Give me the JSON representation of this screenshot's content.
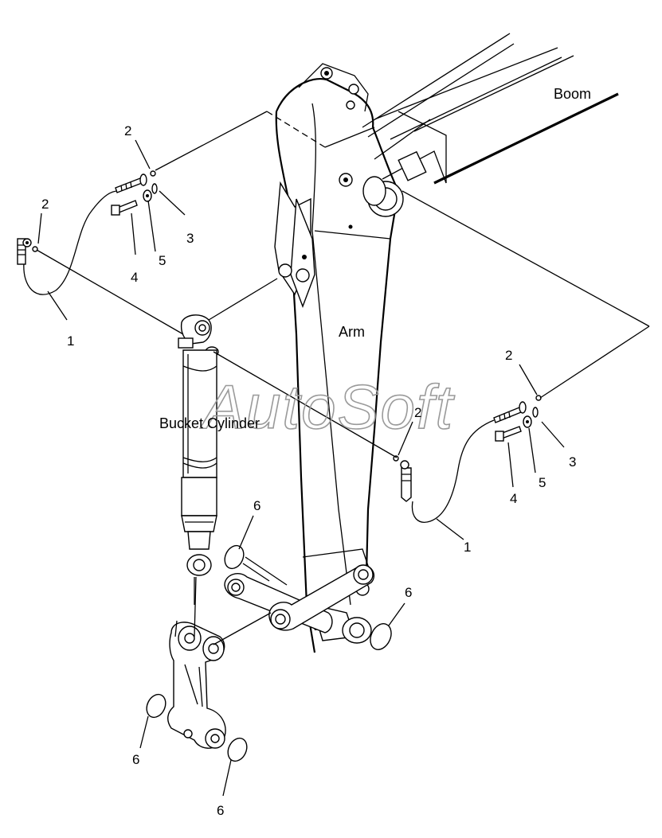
{
  "diagram": {
    "labels": {
      "boom": "Boom",
      "arm": "Arm",
      "bucket_cylinder": "Bucket Cylinder",
      "watermark": "AutoSoft"
    },
    "callouts": {
      "left_hose": "1",
      "left_fitting_top": "2",
      "left_fitting_end": "2",
      "left_o_ring": "3",
      "left_bolt": "4",
      "left_washer": "5",
      "right_hose": "1",
      "center_fitting": "2",
      "right_fitting_top": "2",
      "right_o_ring": "3",
      "right_bolt": "4",
      "right_washer": "5",
      "pin_ring_middle": "6",
      "pin_ring_right": "6",
      "pin_ring_lower_left": "6",
      "pin_ring_bottom": "6"
    }
  }
}
